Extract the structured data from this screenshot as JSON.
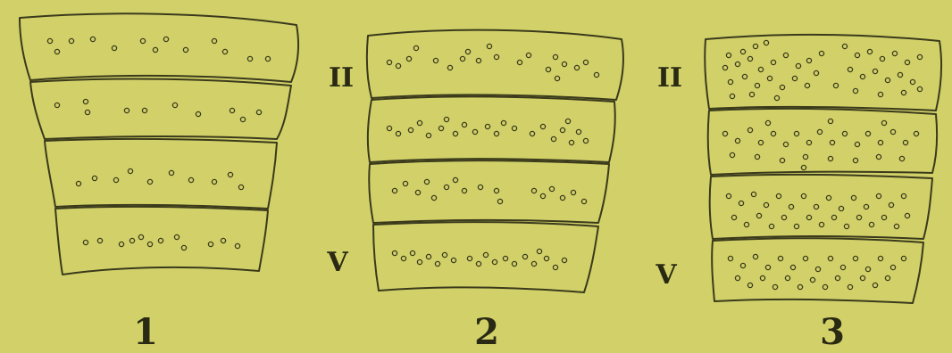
{
  "background_color": "#d2d169",
  "ink_color": "#3a3a1c",
  "figures": [
    {
      "number": "1",
      "segment_count": 4
    },
    {
      "number": "2",
      "segment_count": 4
    },
    {
      "number": "3",
      "segment_count": 4
    }
  ],
  "segment_labels": {
    "upper": "II",
    "lower": "V"
  }
}
